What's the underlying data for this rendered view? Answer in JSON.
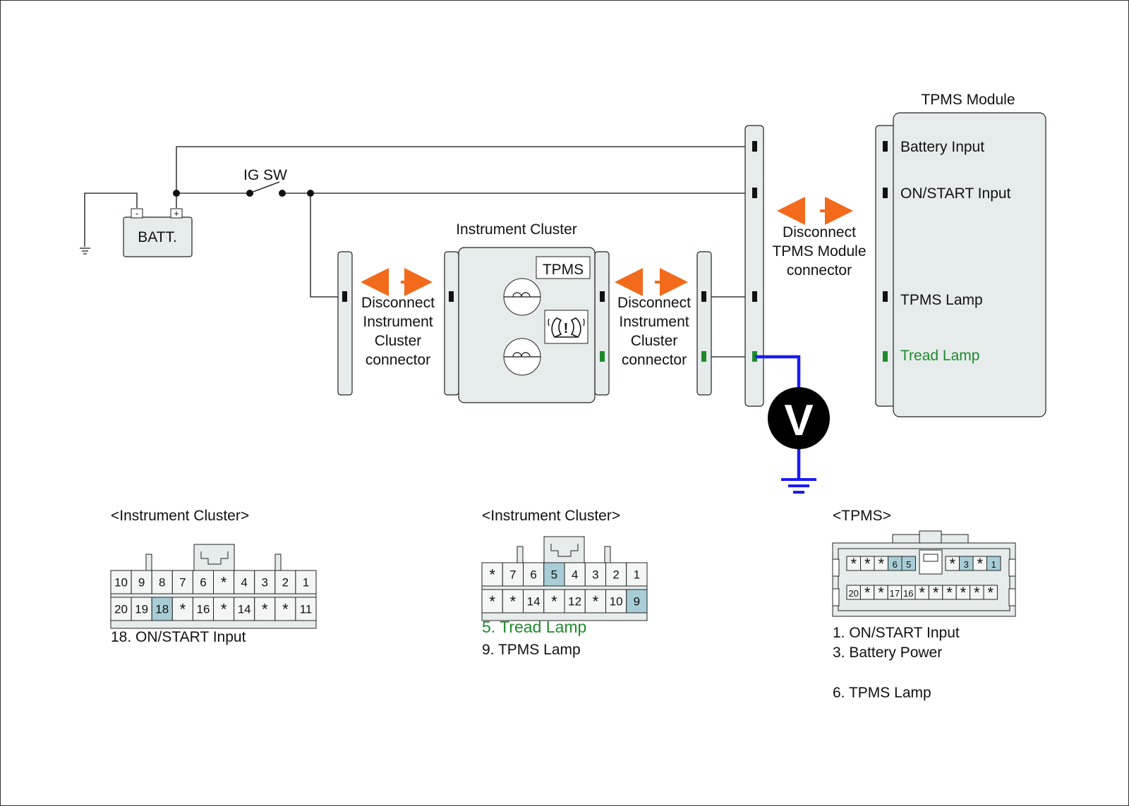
{
  "colors": {
    "component_fill": "#e6ecec",
    "highlight_pin": "#a8cdd6",
    "tread_lamp_green": "#1e8a2c",
    "meter_wire_blue": "#1b1bf5",
    "disconnect_arrow_orange": "#f26a1b"
  },
  "battery": {
    "label": "BATT.",
    "neg": "-",
    "pos": "+"
  },
  "ignition_switch": {
    "label": "IG SW"
  },
  "instrument_cluster": {
    "title": "Instrument Cluster",
    "tpms_label": "TPMS",
    "icon": "tpms-warning-icon"
  },
  "disconnect_left": {
    "l1": "Disconnect",
    "l2": "Instrument",
    "l3": "Cluster",
    "l4": "connector"
  },
  "disconnect_right": {
    "l1": "Disconnect",
    "l2": "Instrument",
    "l3": "Cluster",
    "l4": "connector"
  },
  "disconnect_tpms": {
    "l1": "Disconnect",
    "l2": "TPMS Module",
    "l3": "connector"
  },
  "tpms_module": {
    "title": "TPMS Module",
    "pins": {
      "battery_input": "Battery Input",
      "on_start_input": "ON/START Input",
      "tpms_lamp": "TPMS Lamp",
      "tread_lamp": "Tread Lamp"
    }
  },
  "voltmeter": {
    "label": "V"
  },
  "connector_cluster_a": {
    "title": "<Instrument Cluster>",
    "row1": [
      "10",
      "9",
      "8",
      "7",
      "6",
      "*",
      "4",
      "3",
      "2",
      "1"
    ],
    "row2": [
      "20",
      "19",
      "18",
      "*",
      "16",
      "*",
      "14",
      "*",
      "*",
      "11"
    ],
    "highlight": "18",
    "notes": [
      "18. ON/START Input"
    ]
  },
  "connector_cluster_b": {
    "title": "<Instrument Cluster>",
    "row1": [
      "*",
      "7",
      "6",
      "5",
      "4",
      "3",
      "2",
      "1"
    ],
    "row2": [
      "*",
      "*",
      "14",
      "*",
      "12",
      "*",
      "10",
      "9"
    ],
    "highlight": [
      "5",
      "9"
    ],
    "note_tread": "5. Tread Lamp",
    "note_tpms": "9. TPMS Lamp"
  },
  "connector_tpms": {
    "title": "<TPMS>",
    "row1_left": [
      "*",
      "*",
      "*",
      "6",
      "5"
    ],
    "row1_right": [
      "*",
      "3",
      "*",
      "1"
    ],
    "row2": [
      "20",
      "*",
      "*",
      "17",
      "16",
      "*",
      "*",
      "*",
      "*",
      "*",
      "*"
    ],
    "highlight": [
      "6",
      "5",
      "3",
      "1"
    ],
    "notes": [
      "1. ON/START Input",
      "3. Battery Power",
      "6. TPMS Lamp"
    ]
  }
}
